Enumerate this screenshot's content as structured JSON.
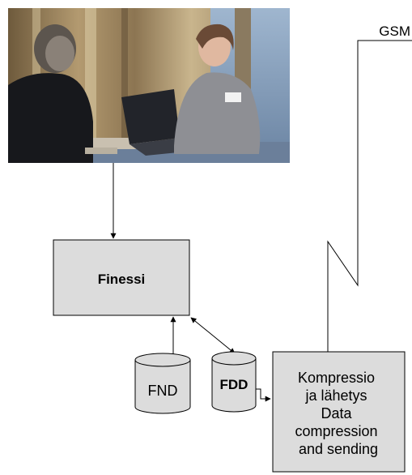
{
  "photo": {
    "description_icon": "meeting-photo"
  },
  "labels": {
    "gsm": "GSM",
    "finessi": "Finessi",
    "fnd": "FND",
    "fdd": "FDD",
    "compression_lines": [
      "Kompressio",
      "ja lähetys",
      "Data",
      "compression",
      "and sending"
    ]
  },
  "colors": {
    "box_fill": "#dcdcdc",
    "cylinder_fill": "#dcdcdc",
    "stroke": "#000000"
  }
}
